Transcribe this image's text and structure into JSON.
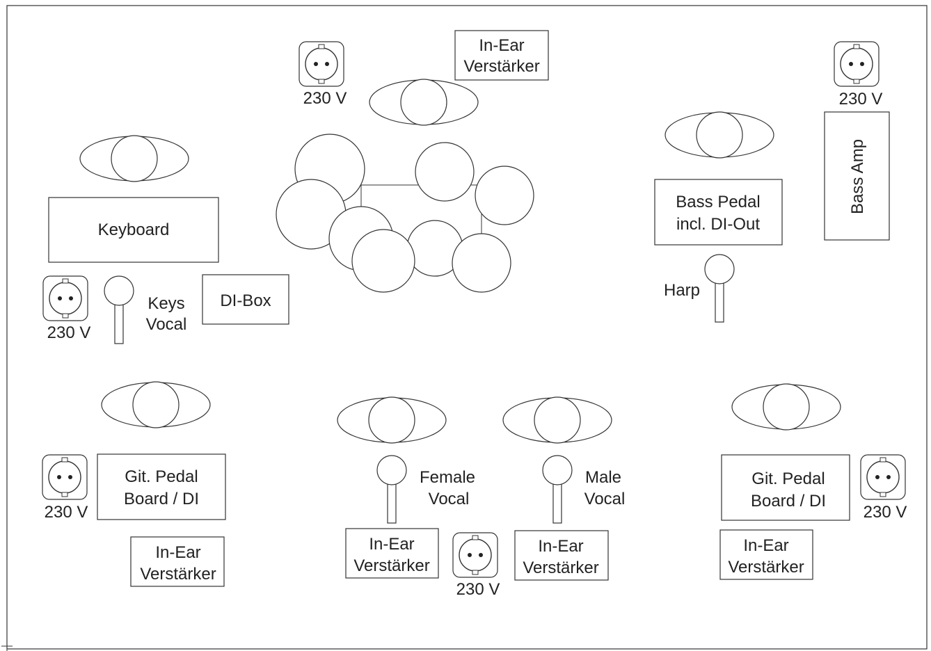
{
  "socket_label": "230 V",
  "inear_line1": "In-Ear",
  "inear_line2": "Verstärker",
  "keyboard_label": "Keyboard",
  "dibox_label": "DI-Box",
  "keys_vocal_line1": "Keys",
  "keys_vocal_line2": "Vocal",
  "bass_pedal_line1": "Bass Pedal",
  "bass_pedal_line2": "incl. DI-Out",
  "bass_amp_label": "Bass Amp",
  "harp_label": "Harp",
  "git_pedal_line1": "Git. Pedal",
  "git_pedal_line2": "Board / DI",
  "female_vocal_line1": "Female",
  "female_vocal_line2": "Vocal",
  "male_vocal_line1": "Male",
  "male_vocal_line2": "Vocal"
}
